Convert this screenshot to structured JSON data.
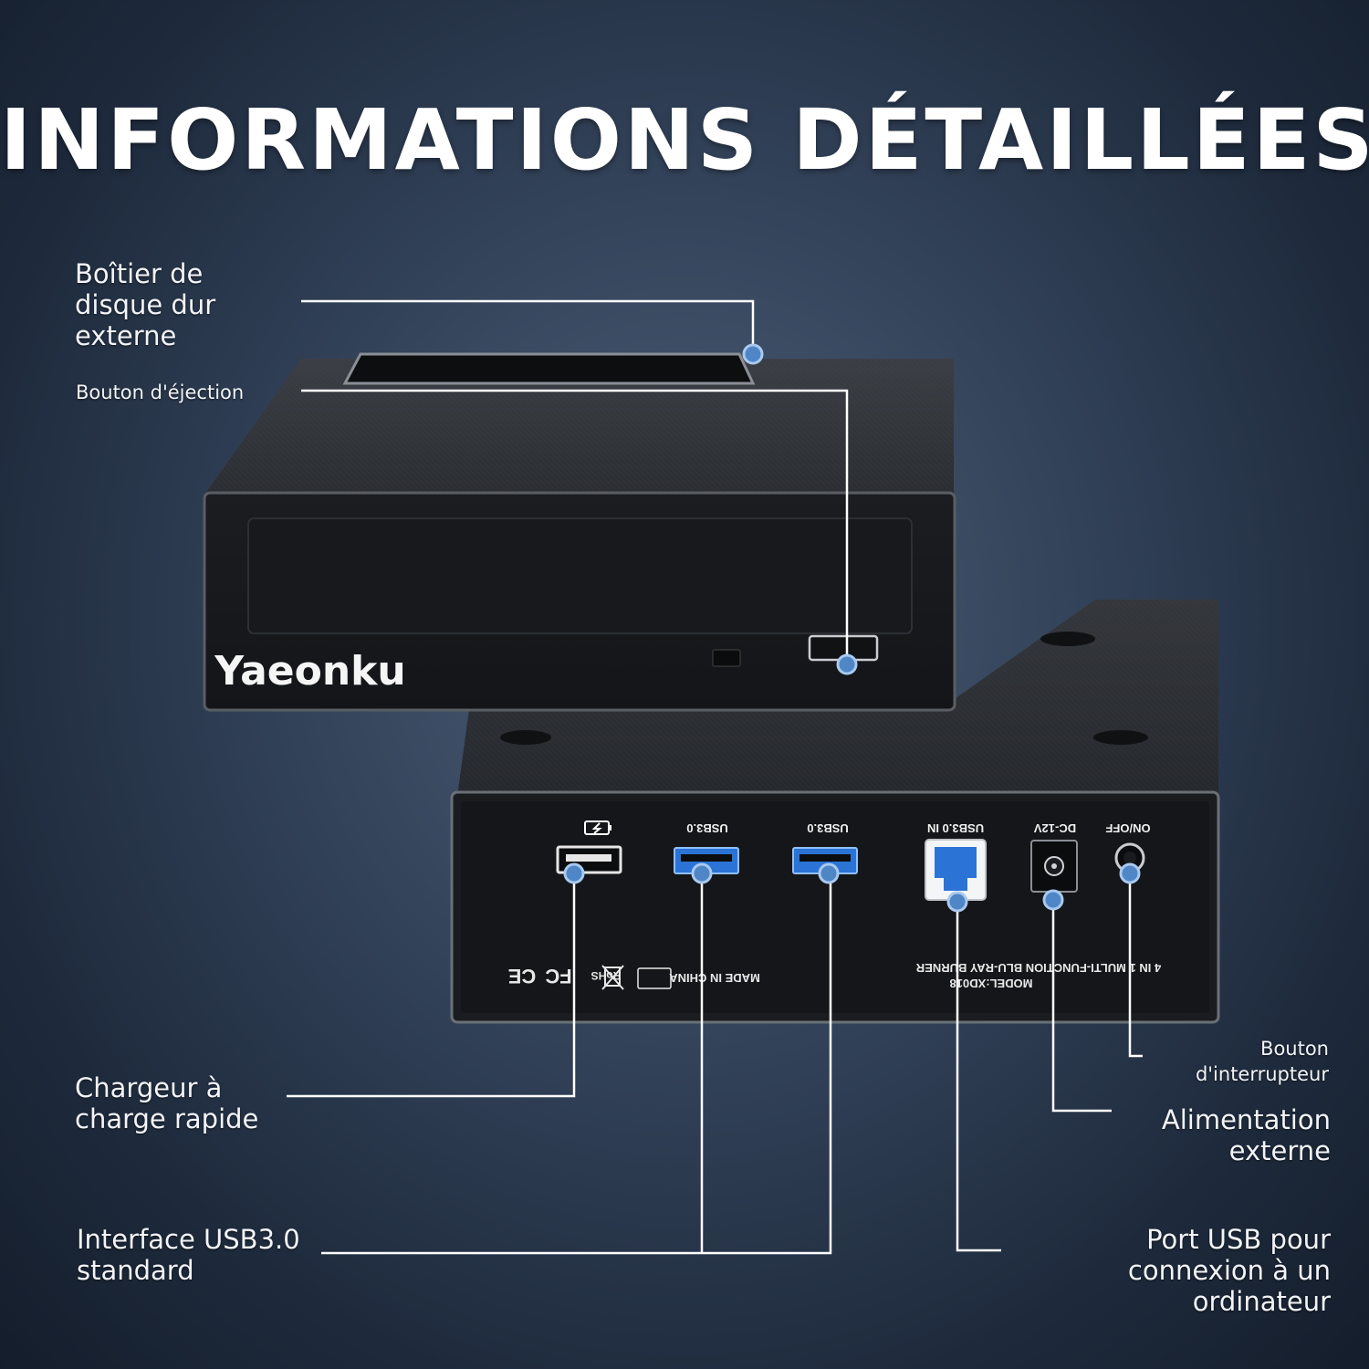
{
  "page": {
    "title": "INFORMATIONS DÉTAILLÉES"
  },
  "callouts": {
    "enclosure": "Boîtier de disque dur externe",
    "eject": "Bouton d'éjection",
    "fast_charger": "Chargeur à charge rapide",
    "usb_standard": "Interface USB3.0 standard",
    "power_switch": "Bouton d'interrupteur",
    "external_power": "Alimentation externe",
    "pc_port": "Port USB pour connexion à un ordinateur"
  },
  "device": {
    "brand": "Yaeonku",
    "port_labels": {
      "charge_icon": "charging-battery-icon",
      "usb1": "USB3.0",
      "usb2": "USB3.0",
      "usb_in": "USB3.0 IN",
      "dc": "DC-12V",
      "onoff": "ON/OFF"
    },
    "model_line1": "MODEL:XD018",
    "model_line2": "4 IN 1 MULTI-FUNCTION BLU-RAY BURNER",
    "made_in": "MADE IN CHINA",
    "cert_ce": "CE",
    "cert_fc": "FC",
    "cert_rohs": "RoHS"
  },
  "colors": {
    "accent_dot": "#4f86c6",
    "usb_blue": "#2b74d6",
    "callout_line": "#ffffff"
  }
}
